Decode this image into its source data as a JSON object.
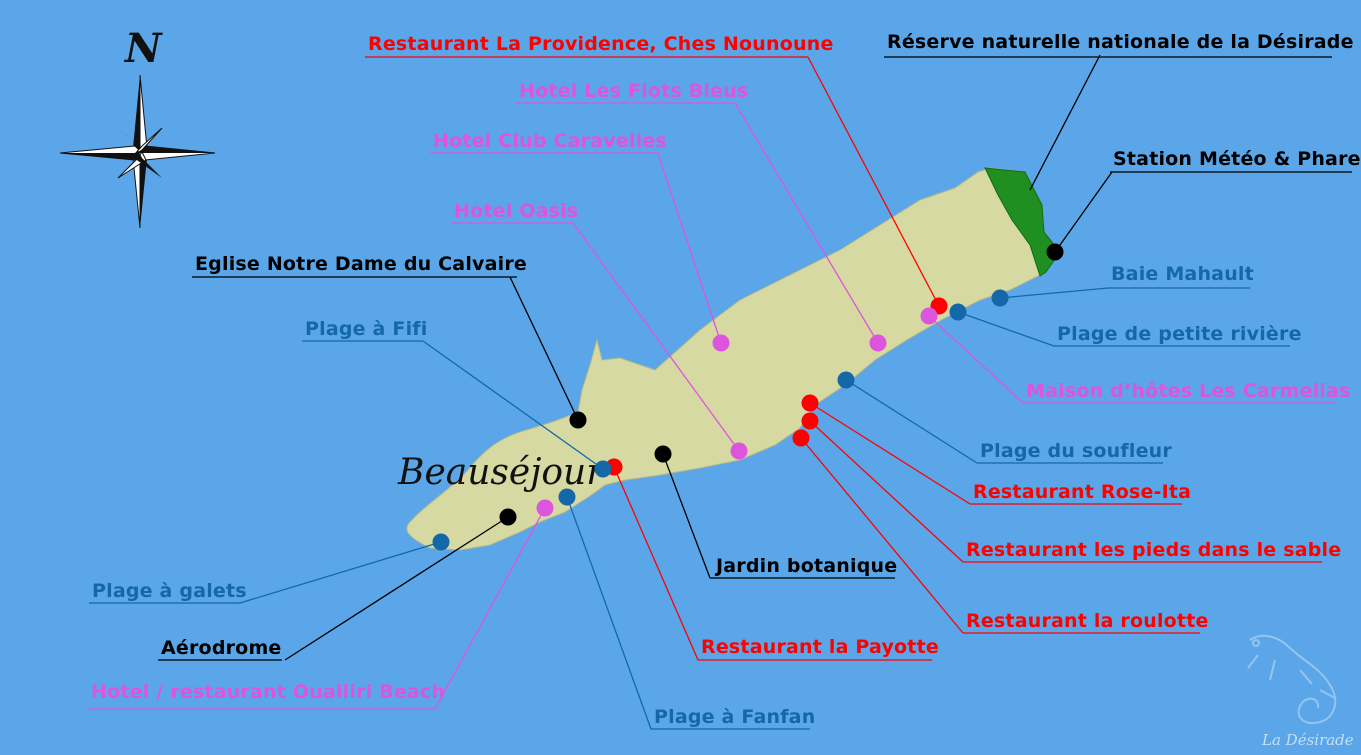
{
  "colors": {
    "sea": "#5ba6e8",
    "land": "#d6d9a2",
    "reserve": "#1f8f22",
    "restaurant": "#ff0000",
    "hotel": "#dd55dd",
    "beach": "#1468a8",
    "landmark": "#000000"
  },
  "compass": {
    "north_label": "N"
  },
  "town": {
    "name": "Beauséjour"
  },
  "brand": {
    "name": "La Désirade",
    "icon": "iguana-icon"
  },
  "landmarks": [
    {
      "key": "reserve",
      "category": "landmark",
      "label": "Réserve naturelle nationale de la Désirade"
    },
    {
      "key": "meteo",
      "category": "landmark",
      "label": "Station Météo & Phare"
    },
    {
      "key": "eglise",
      "category": "landmark",
      "label": "Eglise Notre Dame du Calvaire"
    },
    {
      "key": "jardin",
      "category": "landmark",
      "label": "Jardin botanique"
    },
    {
      "key": "aerodrome",
      "category": "landmark",
      "label": "Aérodrome"
    }
  ],
  "restaurants": [
    {
      "key": "providence",
      "category": "restaurant",
      "label": "Restaurant La Providence, Ches Nounoune"
    },
    {
      "key": "roseita",
      "category": "restaurant",
      "label": "Restaurant Rose-Ita"
    },
    {
      "key": "pieds",
      "category": "restaurant",
      "label": "Restaurant les pieds dans le sable"
    },
    {
      "key": "roulotte",
      "category": "restaurant",
      "label": "Restaurant la roulotte"
    },
    {
      "key": "payotte",
      "category": "restaurant",
      "label": "Restaurant la Payotte"
    }
  ],
  "hotels": [
    {
      "key": "flots",
      "category": "hotel",
      "label": "Hotel Les Flots Bleus"
    },
    {
      "key": "caravelles",
      "category": "hotel",
      "label": "Hotel Club Caravelles"
    },
    {
      "key": "oasis",
      "category": "hotel",
      "label": "Hotel Oasis"
    },
    {
      "key": "carmelias",
      "category": "hotel",
      "label": "Maison d’hôtes Les Carmelias"
    },
    {
      "key": "ouailiri",
      "category": "hotel",
      "label": "Hotel / restaurant Ouailiri Beach"
    }
  ],
  "beaches": [
    {
      "key": "mahault",
      "category": "beach",
      "label": "Baie Mahault"
    },
    {
      "key": "petiteriviere",
      "category": "beach",
      "label": "Plage de petite rivière"
    },
    {
      "key": "fifi",
      "category": "beach",
      "label": "Plage à Fifi"
    },
    {
      "key": "soufleur",
      "category": "beach",
      "label": "Plage du soufleur"
    },
    {
      "key": "galets",
      "category": "beach",
      "label": "Plage à galets"
    },
    {
      "key": "fanfan",
      "category": "beach",
      "label": "Plage à Fanfan"
    }
  ]
}
